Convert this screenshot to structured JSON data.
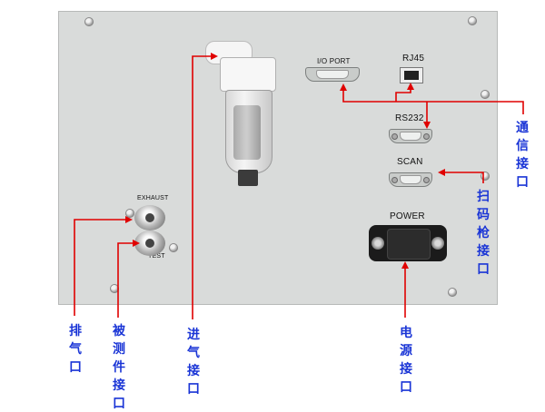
{
  "panel_labels": {
    "io_port": "I/O PORT",
    "rj45": "RJ45",
    "rs232": "RS232",
    "scan": "SCAN",
    "power": "POWER",
    "exhaust": "EXHAUST",
    "test": "TEST"
  },
  "callouts": {
    "exhaust_port": "排气口",
    "test_port": "被测件接口",
    "inlet_port": "进气接口",
    "power_port": "电源接口",
    "comm_port": "通信接口",
    "scanner_port": "扫码枪接口"
  },
  "colors": {
    "panel": "#d9dbda",
    "arrow": "#e00000",
    "callout_text": "#1a35d6"
  }
}
